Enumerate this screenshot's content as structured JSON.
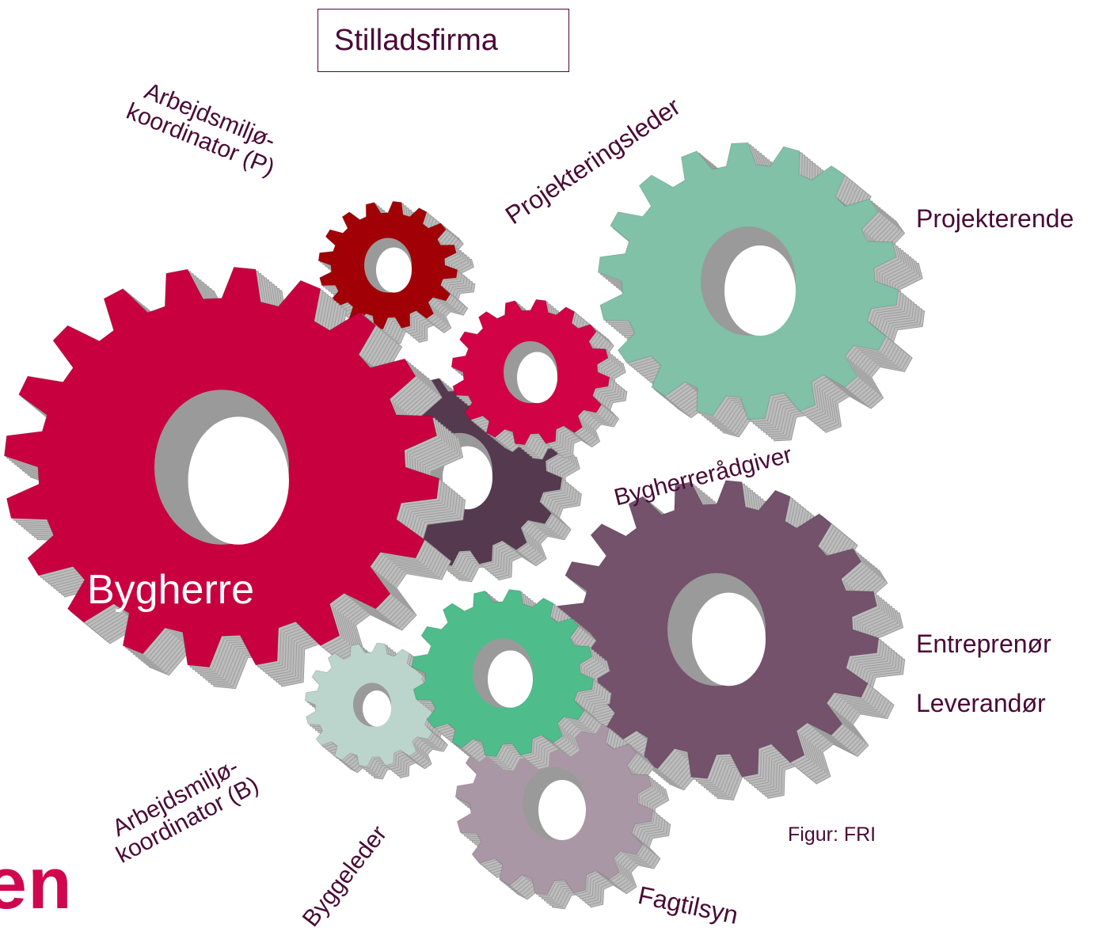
{
  "box_label": "Stilladsfirma",
  "labels": {
    "bygherre": "Bygherre",
    "amk_p_1": "Arbejdsmiljø-",
    "amk_p_2": "koordinator (P)",
    "projekteringsleder": "Projekteringsleder",
    "projekterende": "Projekterende",
    "bygherreraadgiver": "Bygherrerådgiver",
    "entreprenor": "Entreprenør",
    "leverandor": "Leverandør",
    "amk_b_1": "Arbejdsmiljø-",
    "amk_b_2": "koordinator (B)",
    "byggeleder": "Byggeleder",
    "fagtilsyn": "Fagtilsyn",
    "credit": "Figur: FRI",
    "partial_word": "en"
  },
  "gear_colors": {
    "bygherre": "#c8003f",
    "amk_p": "#a10006",
    "projekteringsleder": "#d10346",
    "projekterende": "#80c1a8",
    "bygherreraadgiver": "#553a4f",
    "entreprenor": "#74526b",
    "amk_b": "#bcd5cc",
    "byggeleder": "#4fbc8b",
    "fagtilsyn": "#aa97a5",
    "side": "#bdbdbd",
    "hole": "#9a9a9a"
  }
}
